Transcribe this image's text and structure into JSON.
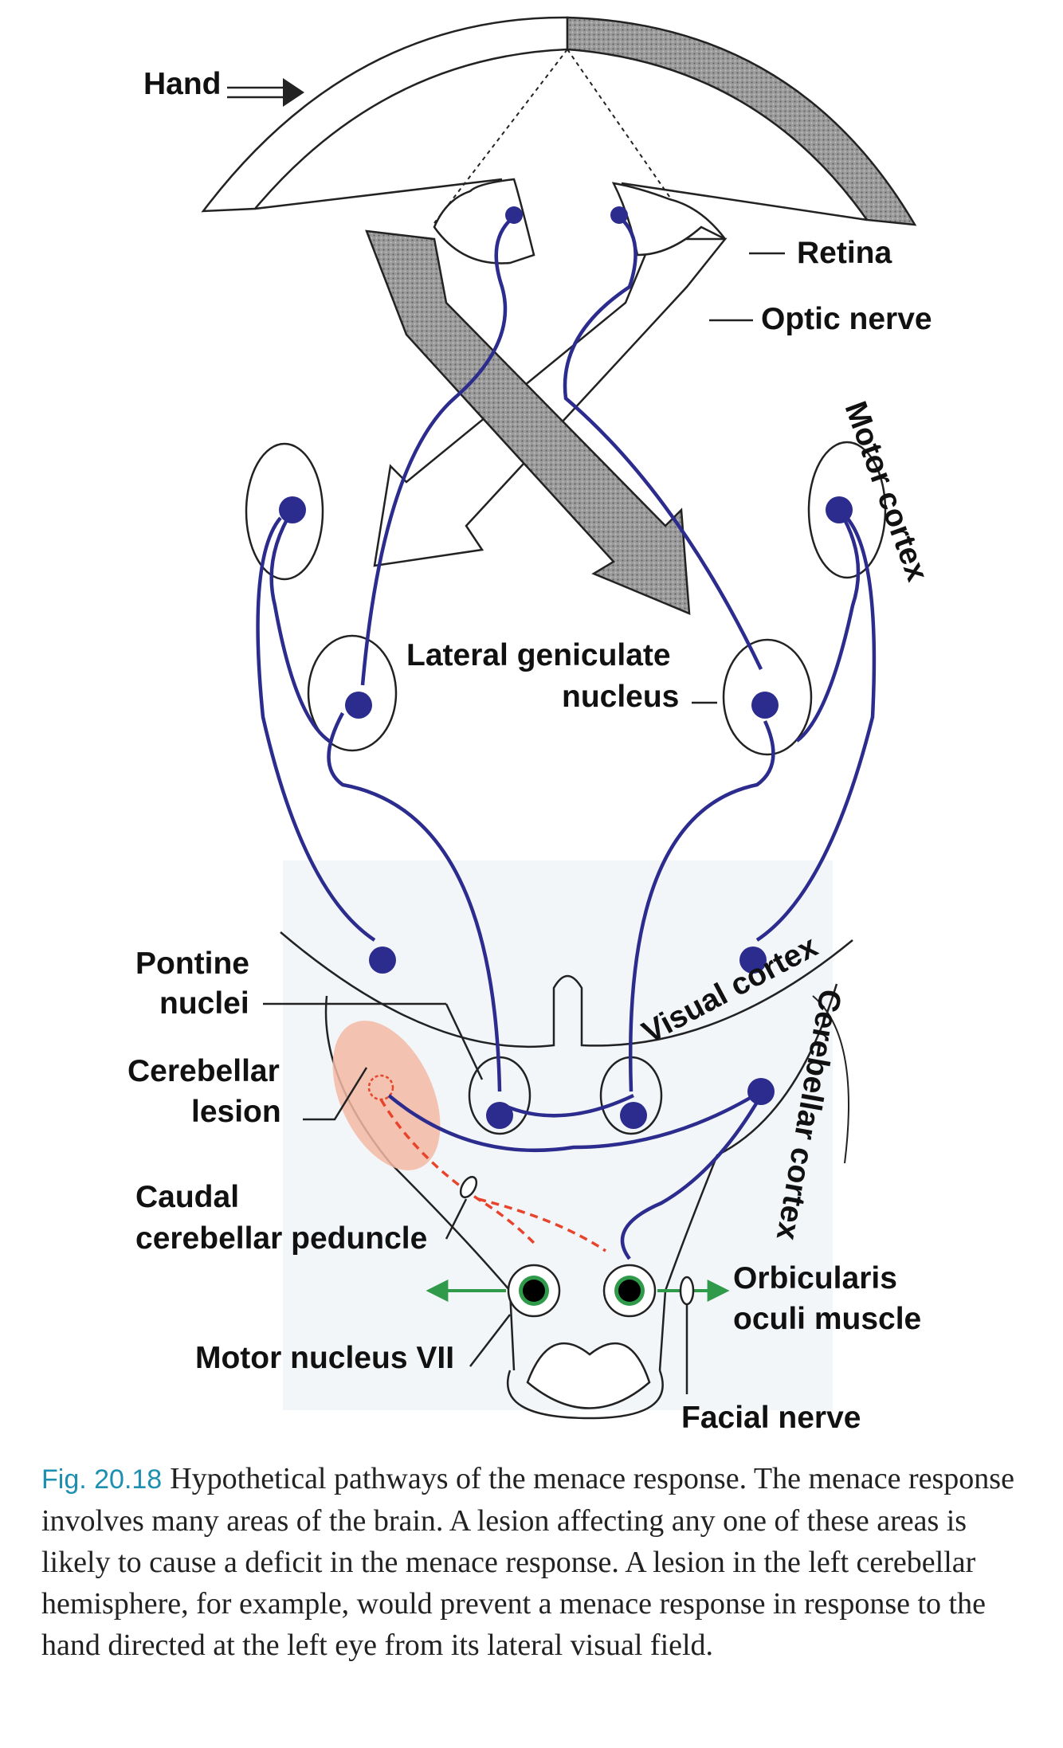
{
  "labels": {
    "hand": "Hand",
    "retina": "Retina",
    "optic_nerve": "Optic nerve",
    "motor_cortex": "Motor cortex",
    "lgn_line1": "Lateral geniculate",
    "lgn_line2": "nucleus",
    "pontine_line1": "Pontine",
    "pontine_line2": "nuclei",
    "visual_cortex": "Visual cortex",
    "cerebellar_cortex": "Cerebellar cortex",
    "lesion_line1": "Cerebellar",
    "lesion_line2": "lesion",
    "peduncle_line1": "Caudal",
    "peduncle_line2": "cerebellar peduncle",
    "orbicularis_line1": "Orbicularis",
    "orbicularis_line2": "oculi muscle",
    "motor_nucleus": "Motor nucleus VII",
    "facial_nerve": "Facial nerve"
  },
  "caption": {
    "label": "Fig. 20.18",
    "text": "Hypothetical pathways of the menace response. The menace response involves many areas of the brain. A lesion affecting any one of these areas is likely to cause a deficit in the menace response. A lesion in the left cerebellar hemisphere, for example, would prevent a menace response in response to the hand directed at the left eye from its lateral visual field."
  },
  "colors": {
    "neuron": "#2b2c8e",
    "lesion_fill": "#f3b9a4",
    "lesion_path": "#e8442c",
    "muscle_arrow": "#2e9a4a",
    "caption_label": "#1d8fb0"
  }
}
